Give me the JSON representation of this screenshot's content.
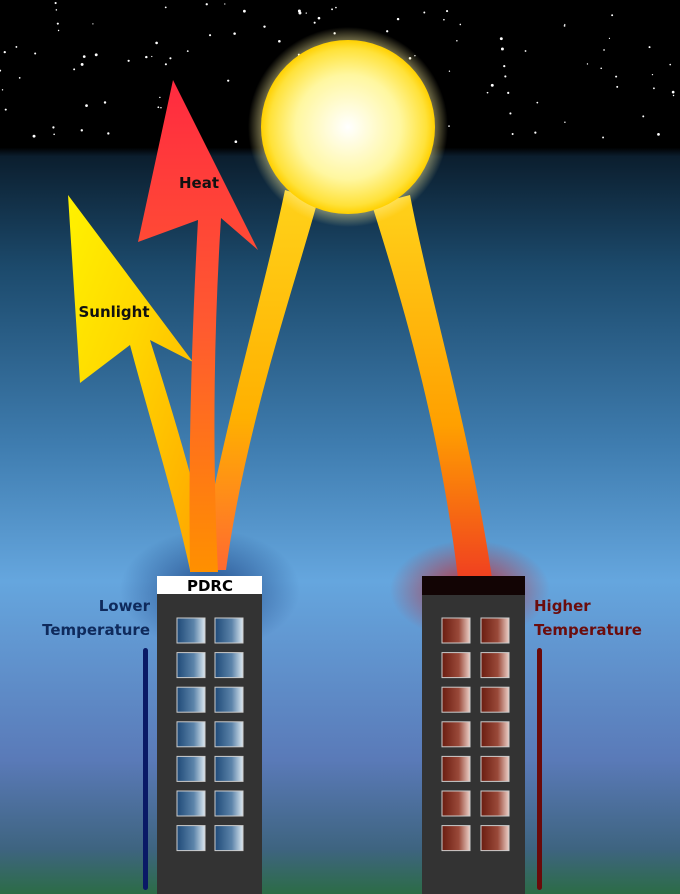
{
  "labels": {
    "heat": "Heat",
    "sunlight": "Sunlight",
    "pdrc": "PDRC",
    "lower_line1": "Lower",
    "lower_line2": "Temperature",
    "higher_line1": "Higher",
    "higher_line2": "Temperature"
  },
  "colors": {
    "sky_top": "#000000",
    "sky_mid": "#1b4a6e",
    "sky_low": "#63a3dc",
    "ground": "#2f6a4a",
    "sun": "#fff8a8",
    "heat_arrow": "#ff3b3b",
    "sunlight_arrow": "#ffe600",
    "building": "#333333",
    "cool_text": "#0f2a5c",
    "hot_text": "#6b0d0d"
  },
  "buildings": [
    {
      "roof": "PDRC",
      "window_rows": 7,
      "window_cols": 2,
      "window_tint": "cool"
    },
    {
      "roof": "dark",
      "window_rows": 7,
      "window_cols": 2,
      "window_tint": "hot"
    }
  ]
}
